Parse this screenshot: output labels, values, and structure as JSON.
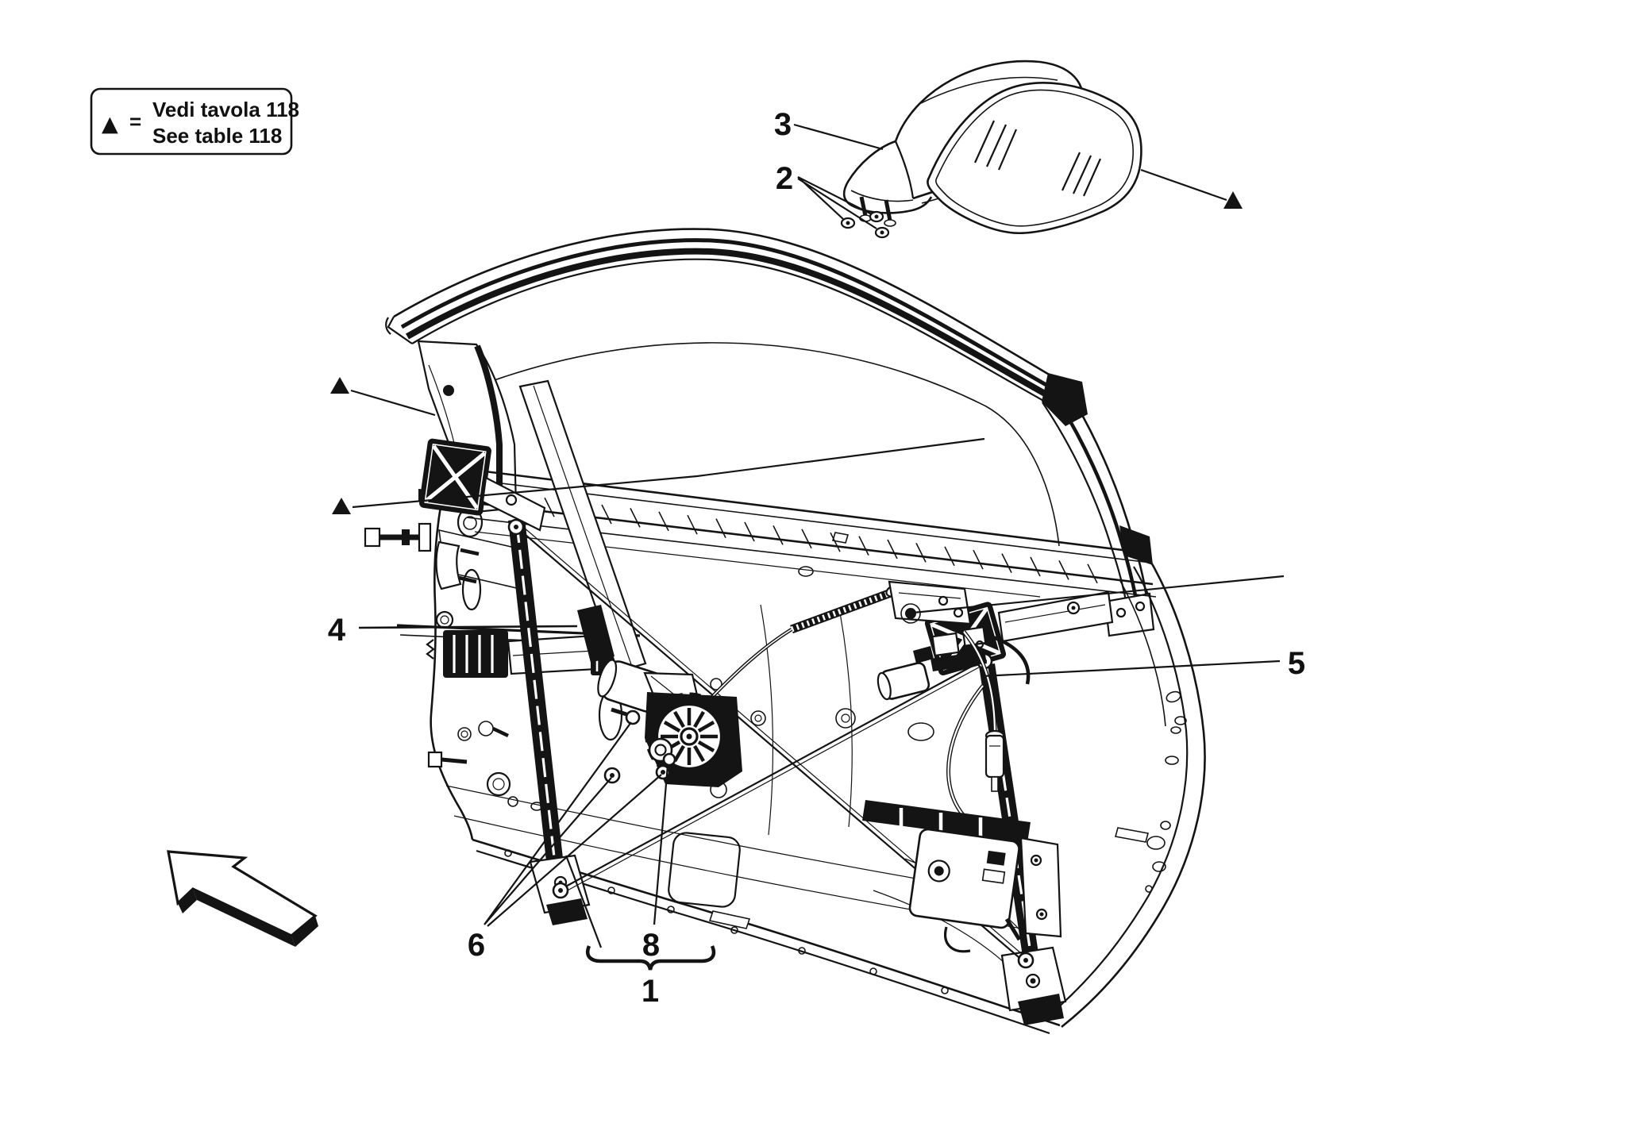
{
  "legend": {
    "symbol": "▲",
    "equals": "=",
    "line1": "Vedi tavola 118",
    "line2": "See table 118"
  },
  "callouts": {
    "c1": "1",
    "c2": "2",
    "c3": "3",
    "c4": "4",
    "c5": "5",
    "c6": "6",
    "c8": "8"
  },
  "colors": {
    "ink": "#141414",
    "paper": "#ffffff"
  }
}
